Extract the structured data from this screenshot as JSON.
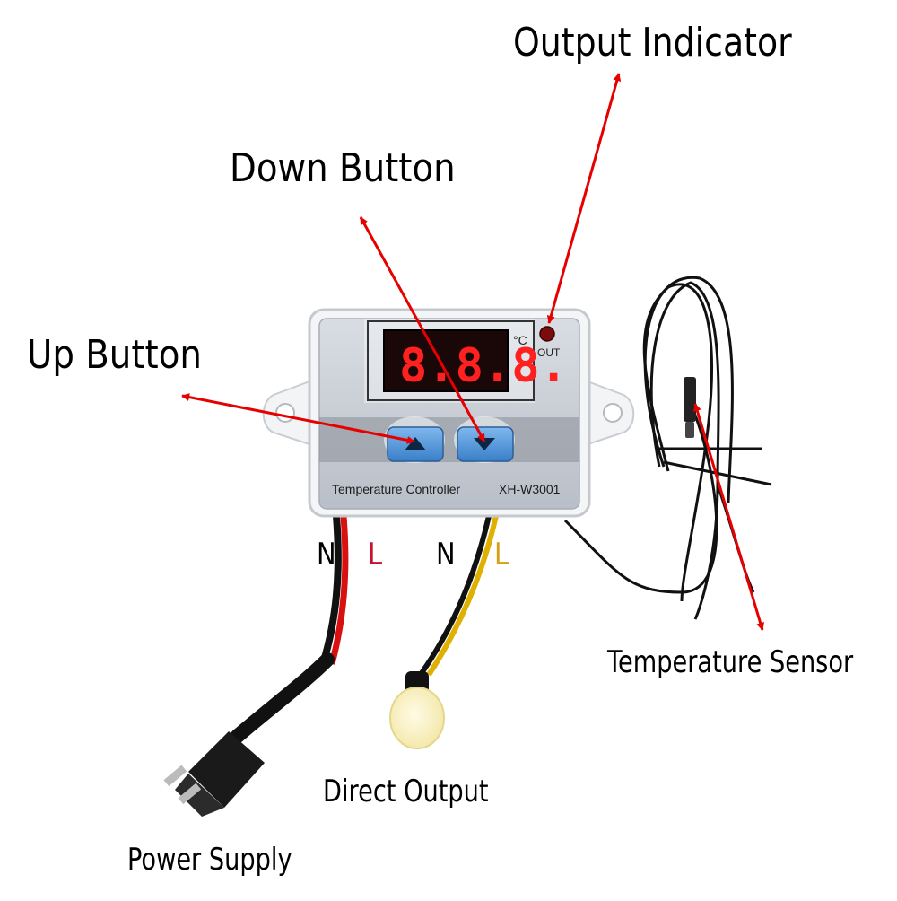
{
  "labels": {
    "output_indicator": "Output Indicator",
    "down_button": "Down Button",
    "up_button": "Up Button",
    "temperature_sensor": "Temperature Sensor",
    "direct_output": "Direct Output",
    "power_supply": "Power Supply"
  },
  "device": {
    "panel_text": "Temperature Controller",
    "model": "XH-W3001",
    "display_value": "8.8.8.",
    "unit": "°C",
    "led_label": "OUT"
  },
  "wires": {
    "power_n": "N",
    "power_l": "L",
    "output_n": "N",
    "output_l": "L"
  },
  "colors": {
    "arrow": "#e60000",
    "display_digits": "#ff2020",
    "button_blue": "#4d94d8",
    "live_wire_power": "#c8102e",
    "live_wire_output": "#d4a017"
  }
}
